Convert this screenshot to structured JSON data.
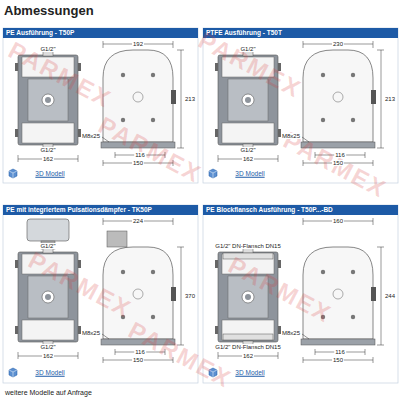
{
  "diagram": {
    "title": "Abmessungen",
    "nodes": [
      {
        "text": [
          "PE Ausführung - T50P"
        ]
      },
      {
        "text": [
          "PTFE Ausführung - T50T"
        ]
      },
      {
        "text": [
          "PE mit integriertem Pulsationsdämpfer - TK50P"
        ]
      },
      {
        "text": [
          "PE Blockflansch Ausführung - T50P...-BD"
        ]
      }
    ],
    "labels": [
      "PARMEX",
      "PARMEX",
      "PARMEX",
      "PARMEX",
      "PARMEX",
      "PARMEX",
      "PARMEX",
      "G1/2\"",
      "G1/2\"",
      "162",
      "M8x25",
      "116",
      "150",
      "192",
      "213",
      "3D Modell",
      "G1/2\"",
      "G1/2\"",
      "162",
      "M8x25",
      "116",
      "150",
      "230",
      "213",
      "3D Modell",
      "G1/2\"",
      "G1/2\"",
      "162",
      "M8x25",
      "116",
      "150",
      "224",
      "370",
      "3D Modell",
      "G1/2\" DN-Flansch DN15",
      "G1/2\" DN-Flansch DN15",
      "162",
      "M8x25",
      "116",
      "150",
      "160",
      "244",
      "3D Modell",
      "weitere Modelle auf Anfrage"
    ]
  }
}
